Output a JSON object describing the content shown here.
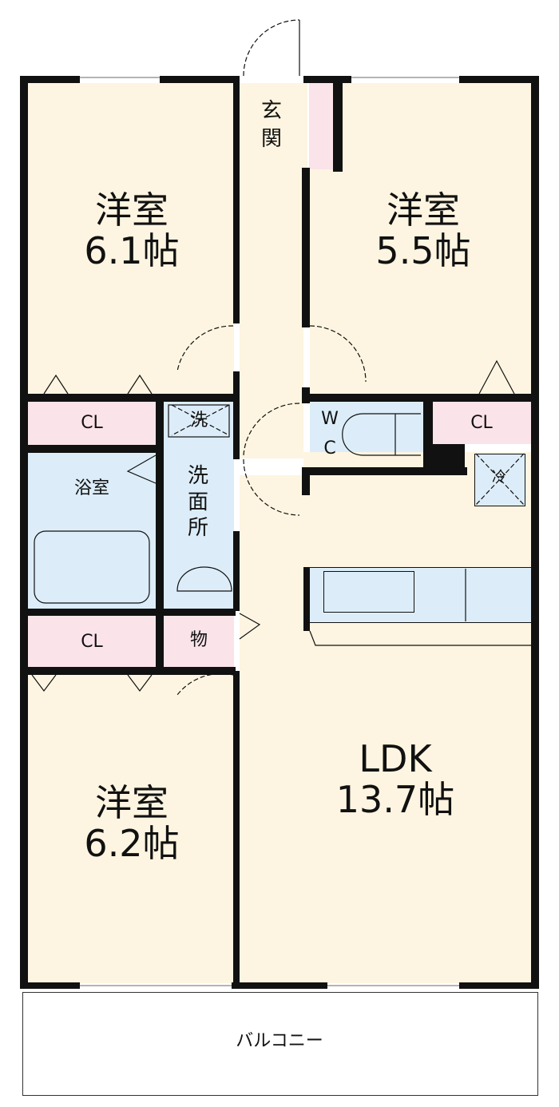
{
  "rooms": {
    "western_a": {
      "name": "洋室",
      "size": "6.1帖"
    },
    "western_b": {
      "name": "洋室",
      "size": "5.5帖"
    },
    "western_c": {
      "name": "洋室",
      "size": "6.2帖"
    },
    "ldk": {
      "name": "LDK",
      "size": "13.7帖"
    },
    "entrance": "玄関",
    "closet_left_top": "CL",
    "closet_left_bottom": "CL",
    "closet_right": "CL",
    "bathroom": "浴室",
    "washroom": "洗面所",
    "washer": "洗",
    "storage": "物",
    "toilet_w": "W",
    "toilet_c": "C",
    "fridge": "冷",
    "balcony": "バルコニー"
  },
  "colors": {
    "room": "#fdf5e1",
    "closet": "#fbe3ea",
    "wet": "#dcedf9",
    "wall": "#111111"
  }
}
